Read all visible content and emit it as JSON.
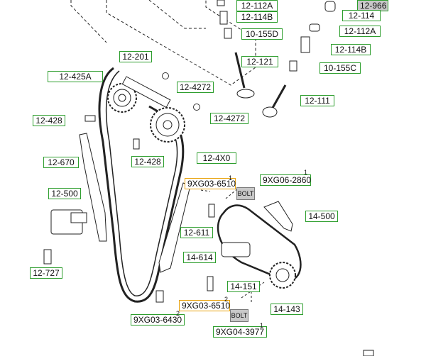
{
  "labels": {
    "p12_112a_top": "12-112A",
    "p12_966": "12-966",
    "p12_114b_top": "12-114B",
    "p12_114": "12-114",
    "p10_155d": "10-155D",
    "p12_112a": "12-112A",
    "p12_114b": "12-114B",
    "p12_121": "12-121",
    "p10_155c": "10-155C",
    "p12_201": "12-201",
    "p12_425a": "12-425A",
    "p12_4272_a": "12-4272",
    "p12_111": "12-111",
    "p12_4272_b": "12-4272",
    "p12_428_a": "12-428",
    "p12_4x0": "12-4X0",
    "p12_428_b": "12-428",
    "p12_670": "12-670",
    "p9xg03_6510_a": "9XG03-6510",
    "p9xg06_2860": "9XG06-2860",
    "p12_500": "12-500",
    "p14_500": "14-500",
    "p12_611": "12-611",
    "p14_614": "14-614",
    "p12_727": "12-727",
    "p14_151": "14-151",
    "p9xg03_6510_b": "9XG03-6510",
    "p14_143": "14-143",
    "p9xg03_6430": "9XG03-6430",
    "p9xg04_3977": "9XG04-3977"
  },
  "bolts": {
    "bolt_a": "BOLT",
    "bolt_b": "BOLT"
  },
  "callouts": {
    "n1_a": "1",
    "n1_b": "1",
    "n2_a": "2",
    "n2_b": "2",
    "n1_c": "1"
  },
  "colors": {
    "label_border": "#2e9e2e",
    "highlight_border": "#e8a20c",
    "line": "#222222"
  }
}
